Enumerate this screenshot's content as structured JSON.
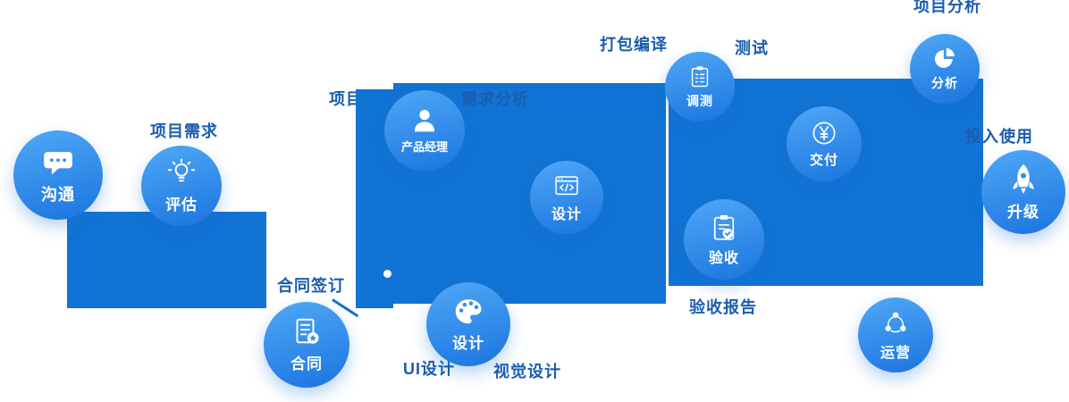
{
  "colors": {
    "background": "#ffffff",
    "block": "#1173d3",
    "circle_top": "#4fa8f6",
    "circle_bottom": "#1b74df",
    "icon_accent": "#2f8ee9",
    "node_text": "#ffffff",
    "caption_text": "#1b5db1"
  },
  "nodes": [
    {
      "id": "communication",
      "label": "沟通",
      "icon": "chat-icon"
    },
    {
      "id": "evaluate",
      "label": "评估",
      "icon": "bulb-icon"
    },
    {
      "id": "contract",
      "label": "合同",
      "icon": "contract-icon"
    },
    {
      "id": "product-manager",
      "label": "产品经理",
      "icon": "person-icon"
    },
    {
      "id": "design-dev",
      "label": "设计",
      "icon": "code-window-icon"
    },
    {
      "id": "debug",
      "label": "调测",
      "icon": "clipboard-list-icon"
    },
    {
      "id": "acceptance",
      "label": "验收",
      "icon": "clipboard-check-icon"
    },
    {
      "id": "delivery",
      "label": "交付",
      "icon": "yen-icon"
    },
    {
      "id": "analysis",
      "label": "分析",
      "icon": "pie-chart-icon"
    },
    {
      "id": "upgrade",
      "label": "升级",
      "icon": "rocket-icon"
    },
    {
      "id": "operation",
      "label": "运营",
      "icon": "network-icon"
    },
    {
      "id": "design-ui",
      "label": "设计",
      "icon": "palette-icon"
    }
  ],
  "captions": [
    {
      "id": "project-requirement",
      "text": "项目需求"
    },
    {
      "id": "contract-signing",
      "text": "合同签订"
    },
    {
      "id": "project-start",
      "text": "项目启动"
    },
    {
      "id": "requirement-analysis",
      "text": "需求分析"
    },
    {
      "id": "package-compile",
      "text": "打包编译"
    },
    {
      "id": "testing",
      "text": "测试"
    },
    {
      "id": "acceptance-report",
      "text": "验收报告"
    },
    {
      "id": "project-analysis",
      "text": "项目分析"
    },
    {
      "id": "put-into-use",
      "text": "投入使用"
    },
    {
      "id": "ui-design",
      "text": "UI设计"
    },
    {
      "id": "visual-design",
      "text": "视觉设计"
    }
  ]
}
